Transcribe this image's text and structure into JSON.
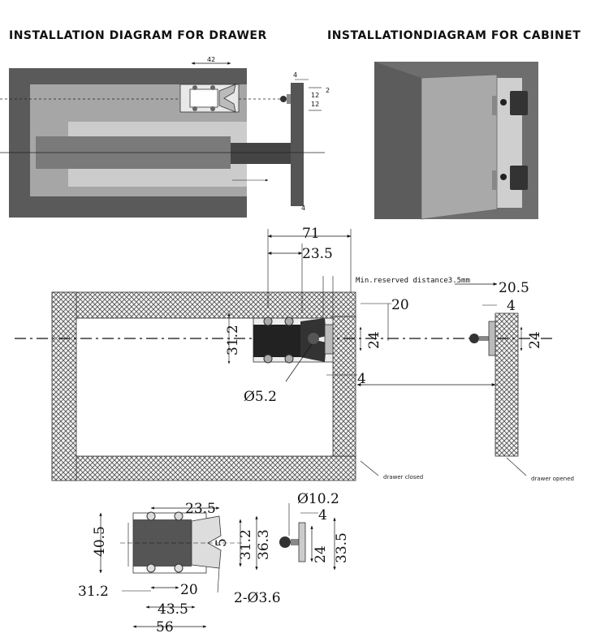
{
  "headers": {
    "drawer": "INSTALLATION DIAGRAM FOR DRAWER",
    "cabinet": "INSTALLATIONDIAGRAM FOR CABINET"
  },
  "drawer_dims": {
    "d42": "42",
    "d4": "4",
    "d2": "2",
    "d12a": "12",
    "d12b": "12",
    "d4b": "4"
  },
  "main_dims": {
    "d71": "71",
    "d23_5": "23.5",
    "min_reserved": "Min.reserved distance3.5mm",
    "d20_5": "20.5",
    "d20": "20",
    "d4a": "4",
    "d24a": "24",
    "d24b": "24",
    "d31_2": "31.2",
    "dia5_2": "Ø5.2",
    "d4c": "4",
    "drawer_closed": "drawer closed",
    "drawer_opened": "drawer opened"
  },
  "bottom_dims": {
    "d23_5": "23.5",
    "d40_5": "40.5",
    "d31_2a": "31.2",
    "d36_3": "36.3",
    "d5": "5",
    "d31_2b": "31.2",
    "d20": "20",
    "d43_5": "43.5",
    "d56": "56",
    "holes": "2-Ø3.6",
    "dia10_2": "Ø10.2",
    "d4": "4",
    "d24": "24",
    "d33_5": "33.5"
  }
}
